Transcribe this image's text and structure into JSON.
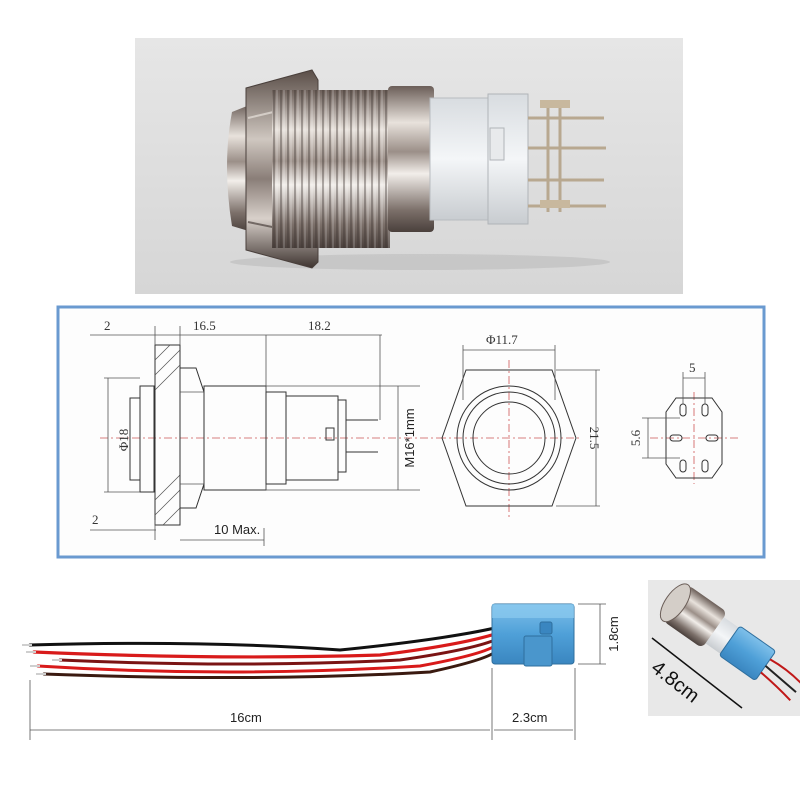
{
  "photo": {
    "name": "metal-push-button-switch-photo"
  },
  "drawing": {
    "frame_color": "#6a9ad0",
    "side_view": {
      "top_dims": [
        "2",
        "16.5",
        "18.2"
      ],
      "bottom_dims": [
        "2",
        "10 Max."
      ],
      "diameter": "Φ18",
      "thread": "M16*1mm"
    },
    "front_view": {
      "diameter": "Φ11.7",
      "height": "21.5"
    },
    "pin_view": {
      "width": "5",
      "height": "5.6"
    }
  },
  "harness": {
    "wire_length": "16cm",
    "connector_length": "2.3cm",
    "connector_height": "1.8cm",
    "connector_color": "#5aa8de",
    "wire_colors": [
      "#111111",
      "#d81a1a",
      "#7a1414",
      "#3a1a10"
    ]
  },
  "inset": {
    "total_length": "4.8cm"
  }
}
